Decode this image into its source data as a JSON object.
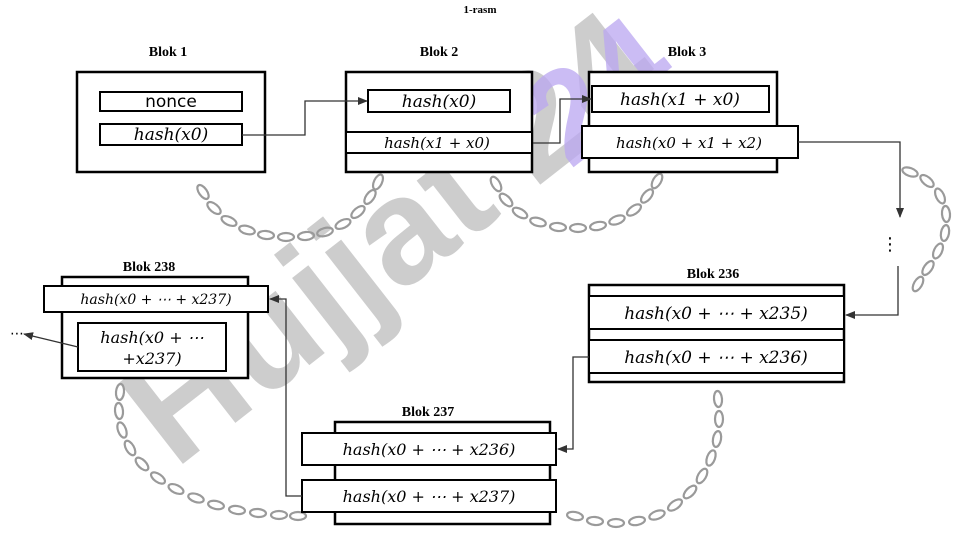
{
  "caption": "1-rasm",
  "watermark": {
    "text": "Hujjat 24",
    "color_gray": "#c0c0c0",
    "color_purple": "#b9a6f0"
  },
  "blocks": [
    {
      "title": "Blok 1",
      "top_field": "nonce",
      "bottom_field": "hash(x0)"
    },
    {
      "title": "Blok 2",
      "top_field": "hash(x0)",
      "bottom_field": "hash(x1 + x0)"
    },
    {
      "title": "Blok 3",
      "top_field": "hash(x1 + x0)",
      "bottom_field": "hash(x0 + x1 + x2)"
    },
    {
      "title": "Blok 236",
      "top_field": "hash(x0 + ⋯ + x235)",
      "bottom_field": "hash(x0 + ⋯ + x236)"
    },
    {
      "title": "Blok 237",
      "top_field": "hash(x0 + ⋯ + x236)",
      "bottom_field": "hash(x0 + ⋯ + x237)"
    },
    {
      "title": "Blok 238",
      "top_field": "hash(x0 + ⋯ + x237)",
      "bottom_field_line1": "hash(x0 + ⋯",
      "bottom_field_line2": "+x237)"
    }
  ],
  "ellipsis_vertical": "⋮",
  "ellipsis_end": "⋯"
}
